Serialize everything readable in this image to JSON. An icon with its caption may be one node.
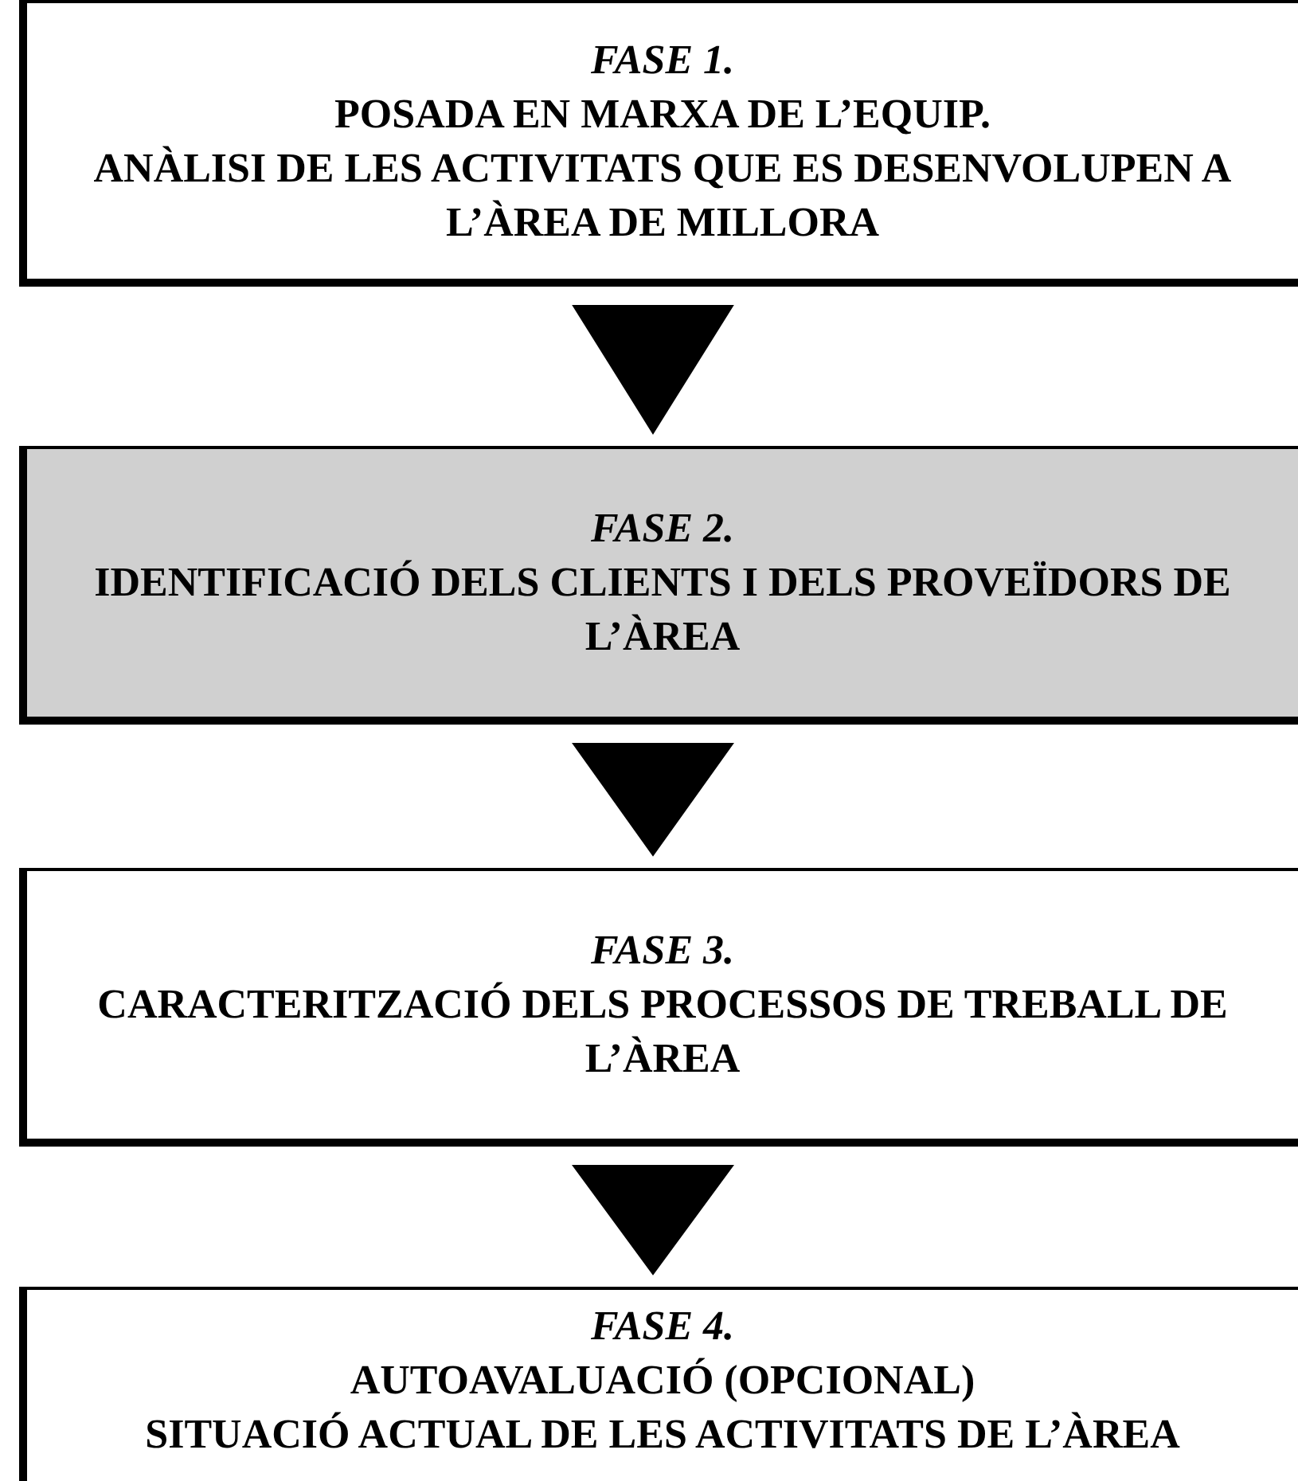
{
  "diagram": {
    "nodes": [
      {
        "text": [
          "FASE 1.",
          "POSADA EN MARXA DE L’EQUIP.",
          "ANÀLISI DE LES ACTIVITATS QUE ES DESENVOLUPEN A L’ÀREA DE MILLORA"
        ]
      },
      {
        "text": [
          "FASE 2.",
          "IDENTIFICACIÓ DELS CLIENTS I DELS PROVEÏDORS DE L’ÀREA"
        ]
      },
      {
        "text": [
          "FASE 3.",
          "CARACTERITZACIÓ DELS PROCESSOS DE TREBALL DE L’ÀREA"
        ]
      },
      {
        "text": [
          "FASE 4.",
          "AUTOAVALUACIÓ (OPCIONAL)",
          "SITUACIÓ ACTUAL DE LES ACTIVITATS DE L’ÀREA"
        ]
      }
    ],
    "edges": [
      {
        "from": 0,
        "to": 1,
        "arrow": "to"
      },
      {
        "from": 1,
        "to": 2,
        "arrow": "to"
      },
      {
        "from": 2,
        "to": 3,
        "arrow": "to"
      }
    ]
  }
}
